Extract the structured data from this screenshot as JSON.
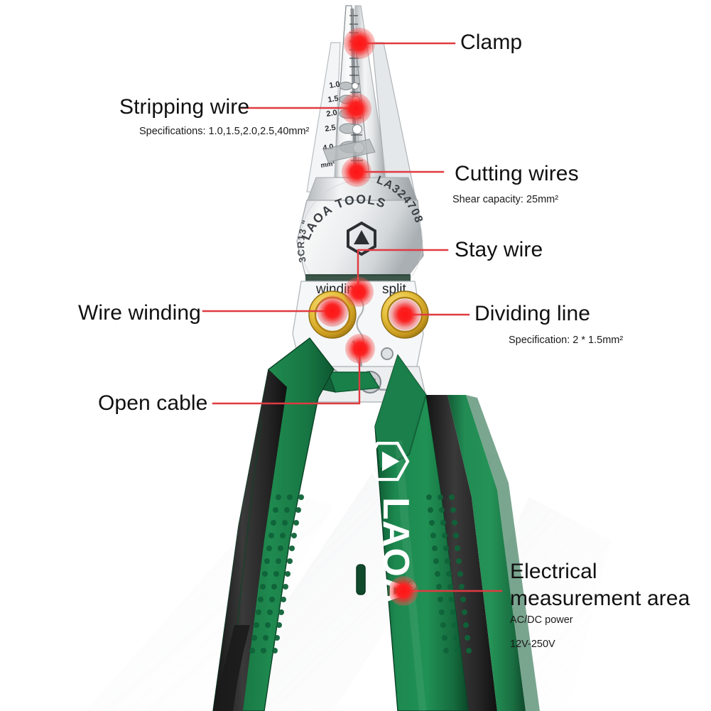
{
  "page": {
    "background": "#ffffff",
    "accent_color": "#e8242a",
    "leader_color": "#e03a40",
    "product_brand": "LAOA",
    "product_type": "multifunction electrician pliers"
  },
  "product": {
    "handle_green": "#1a7a45",
    "handle_black": "#2b2b2b",
    "metal_light": "#e9ebec",
    "metal_mid": "#c4c8cb",
    "metal_dark": "#8d9397",
    "ring_gold": "#e0b830",
    "stamp": {
      "brand_arc": "LAOA TOOLS",
      "model_arc": "LA324708",
      "steel_arc": "3CR13",
      "logo": "laoa-hex-logo"
    },
    "handle_logo": {
      "text": "LAOA",
      "trademark": "®"
    },
    "jaw_scale": {
      "ticks": [
        "1.0",
        "1.5",
        "2.0",
        "2.5",
        "4.0"
      ],
      "unit": "mm²"
    },
    "head_labels": {
      "left": "winding",
      "right": "split"
    }
  },
  "annotations": [
    {
      "id": "clamp",
      "title": "Clamp",
      "subtitle": "",
      "side": "right"
    },
    {
      "id": "stripping-wire",
      "title": "Stripping wire",
      "subtitle": "Specifications: 1.0,1.5,2.0,2.5,40mm²",
      "side": "left"
    },
    {
      "id": "cutting-wires",
      "title": "Cutting wires",
      "subtitle": "Shear capacity: 25mm²",
      "side": "right"
    },
    {
      "id": "stay-wire",
      "title": "Stay wire",
      "subtitle": "",
      "side": "right"
    },
    {
      "id": "dividing-line",
      "title": "Dividing line",
      "subtitle": "Specification: 2 * 1.5mm²",
      "side": "right"
    },
    {
      "id": "wire-winding",
      "title": "Wire winding",
      "subtitle": "",
      "side": "left"
    },
    {
      "id": "open-cable",
      "title": "Open cable",
      "subtitle": "",
      "side": "left"
    },
    {
      "id": "electrical-measurement-area",
      "title_line1": "Electrical",
      "title_line2": "measurement area",
      "subtitle1": "AC/DC power",
      "subtitle2": "12V-250V",
      "side": "right"
    }
  ]
}
